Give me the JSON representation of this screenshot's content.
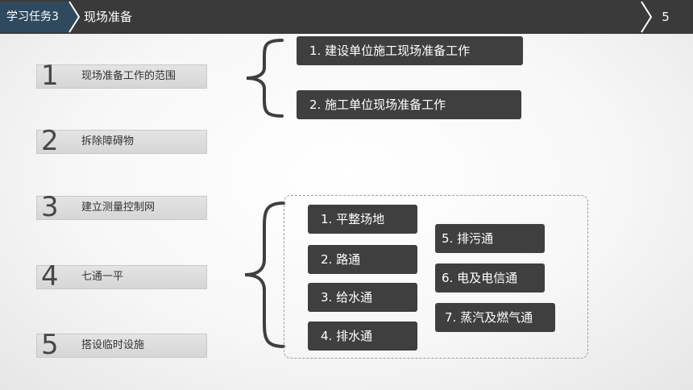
{
  "header": {
    "task_label": "学习任务3",
    "title": "现场准备",
    "page_number": "5",
    "colors": {
      "dark": "#3a3a3a",
      "accent": "#2f4a5e"
    }
  },
  "items": [
    {
      "number": "1",
      "label": "现场准备工作的范围"
    },
    {
      "number": "2",
      "label": "拆除障碍物"
    },
    {
      "number": "3",
      "label": "建立测量控制网"
    },
    {
      "number": "4",
      "label": "七通一平"
    },
    {
      "number": "5",
      "label": "搭设临时设施"
    }
  ],
  "scope_boxes": [
    "1. 建设单位施工现场准备工作",
    "2. 施工单位现场准备工作"
  ],
  "seven_links_left": [
    "1. 平整场地",
    "2. 路通",
    "3. 给水通",
    "4. 排水通"
  ],
  "seven_links_right": [
    "5. 排污通",
    "6. 电及电信通",
    "7. 蒸汽及燃气通"
  ]
}
